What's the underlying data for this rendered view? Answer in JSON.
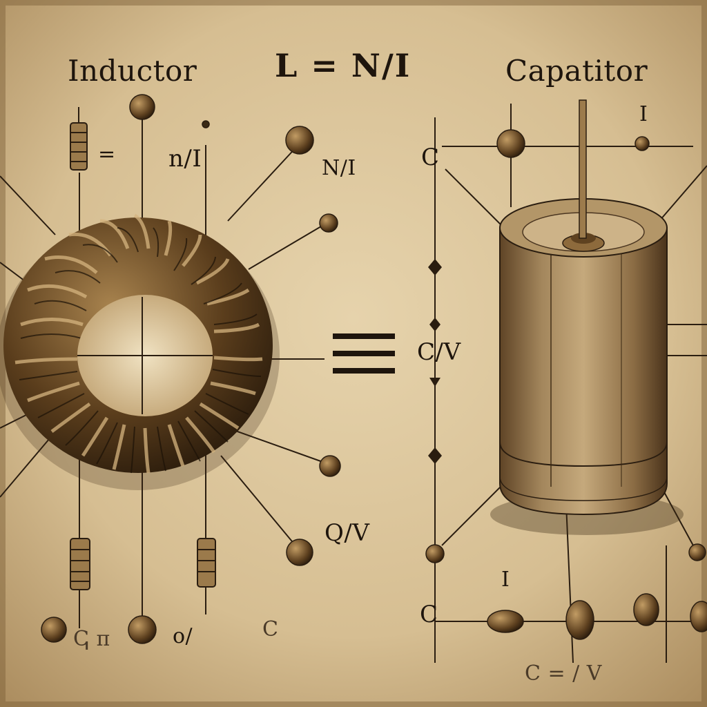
{
  "labels": {
    "inductor": "Inductor",
    "formula": "L = N/I",
    "capacitor": "Capatitor",
    "n_over_i": "n/I",
    "cap_n_over_i": "N/I",
    "c_over_v": "C/V",
    "q_over_v": "Q/V",
    "c_top": "C",
    "c_bottom": "C",
    "c_lower_mid": "C",
    "i_top": "I",
    "i_bottom": "I",
    "o_slash": "o/",
    "pi_like": "ↅ π",
    "c_eq_v": "C = / V",
    "equals_left": "="
  },
  "icons": {
    "toroid": "toroid-inductor-icon",
    "cylinder": "cylindrical-capacitor-icon",
    "resistor": "resistor-icon",
    "node": "terminal-node-icon"
  },
  "colors": {
    "paper": "#d8c29a",
    "ink": "#1e150d",
    "bronze": "#6b4a24",
    "bronze_light": "#b89560"
  }
}
